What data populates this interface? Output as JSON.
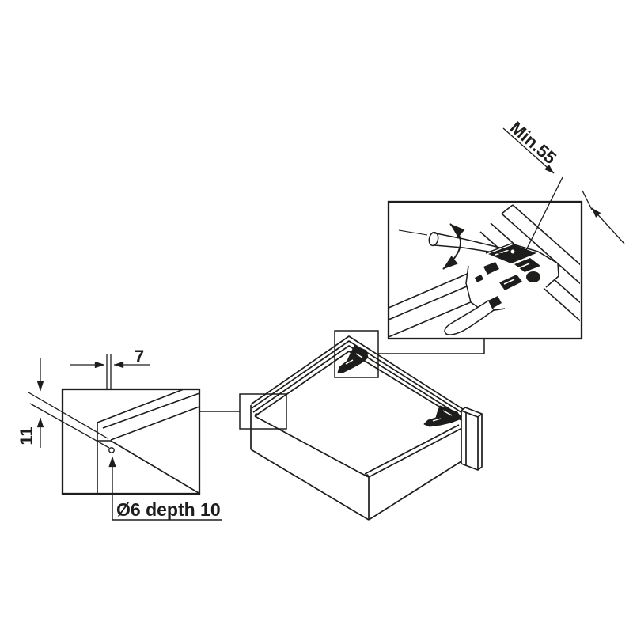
{
  "diagram": {
    "title": "Drawer runner installation diagram",
    "background": "#ffffff",
    "line_color": "#1d1d1b",
    "labels": {
      "min_clearance": "Min.55",
      "edge_width_mm": "7",
      "hole_offset_mm": "11",
      "hole_spec": "Ø6 depth 10"
    }
  }
}
